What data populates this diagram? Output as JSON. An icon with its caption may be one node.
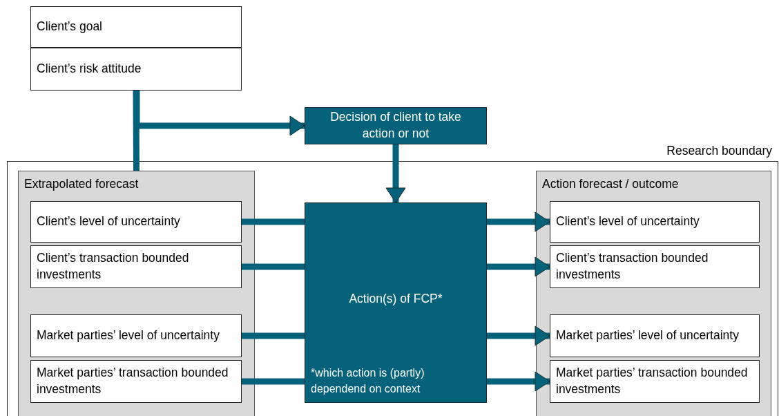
{
  "diagram": {
    "nodes": [
      {
        "text": [
          "Client’s goal"
        ]
      },
      {
        "text": [
          "Client’s risk attitude"
        ]
      },
      {
        "text": [
          "Decision of client to take action or not"
        ]
      },
      {
        "text": [
          "Research boundary"
        ]
      },
      {
        "text": [
          "Extrapolated forecast"
        ],
        "in": 3
      },
      {
        "text": [
          "Client’s level of uncertainty"
        ],
        "in": 4
      },
      {
        "text": [
          "Client’s transaction bounded investments"
        ],
        "in": 4
      },
      {
        "text": [
          "Market parties’ level of uncertainty"
        ],
        "in": 4
      },
      {
        "text": [
          "Market parties’ transaction bounded investments"
        ],
        "in": 4
      },
      {
        "text": [
          "Action(s) of FCP*",
          "*which action is (partly) dependend on context"
        ],
        "in": 3
      },
      {
        "text": [
          "Action forecast / outcome"
        ],
        "in": 3
      },
      {
        "text": [
          "Client’s level of uncertainty"
        ],
        "in": 10
      },
      {
        "text": [
          "Client’s transaction bounded investments"
        ],
        "in": 10
      },
      {
        "text": [
          "Market parties’ level of uncertainty"
        ],
        "in": 10
      },
      {
        "text": [
          "Market parties’ transaction bounded investments"
        ],
        "in": 10
      }
    ],
    "edges": [
      {
        "from": 1,
        "to": 2,
        "arrow": "to"
      },
      {
        "from": 1,
        "to": 4,
        "arrow": "none"
      },
      {
        "from": 2,
        "to": 9,
        "arrow": "to"
      },
      {
        "from": 5,
        "to": 9,
        "arrow": "none"
      },
      {
        "from": 6,
        "to": 9,
        "arrow": "none"
      },
      {
        "from": 7,
        "to": 9,
        "arrow": "none"
      },
      {
        "from": 8,
        "to": 9,
        "arrow": "none"
      },
      {
        "from": 9,
        "to": 11,
        "arrow": "to"
      },
      {
        "from": 9,
        "to": 12,
        "arrow": "to"
      },
      {
        "from": 9,
        "to": 13,
        "arrow": "to"
      },
      {
        "from": 9,
        "to": 14,
        "arrow": "to"
      }
    ]
  }
}
